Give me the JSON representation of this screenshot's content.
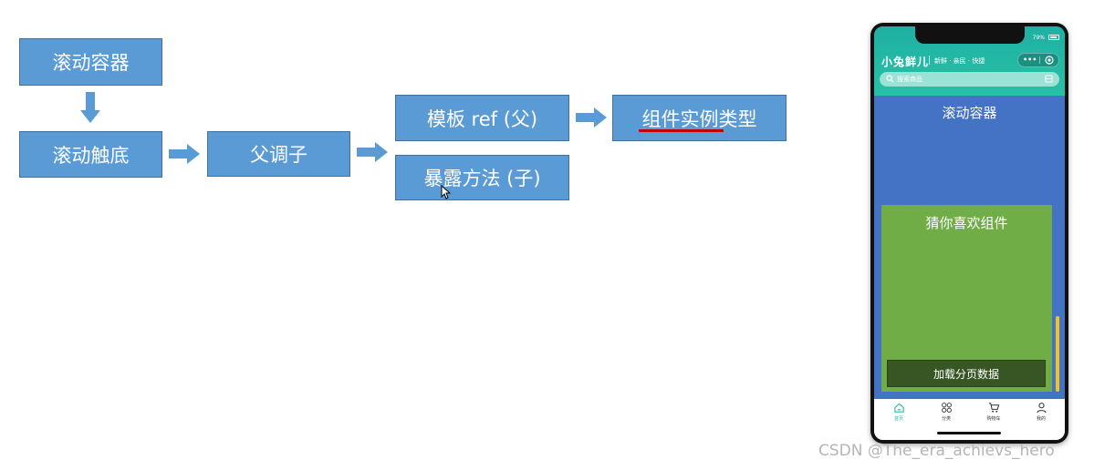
{
  "diagram": {
    "nodes": {
      "scroll_container": "滚动容器",
      "scroll_bottom": "滚动触底",
      "parent_calls_child": "父调子",
      "template_ref": "模板 ref (父)",
      "component_instance_type": "组件实例类型",
      "expose_method": "暴露方法 (子)"
    }
  },
  "phone": {
    "battery": "79%",
    "app_title": "小兔鲜儿",
    "app_slogan": "新鲜 · 亲民 · 快捷",
    "capsule_more": "•••",
    "search_placeholder": "搜索商品",
    "scroll_title": "滚动容器",
    "guess_title": "猜你喜欢组件",
    "load_button": "加载分页数据",
    "tabs": [
      {
        "label": "首页"
      },
      {
        "label": "分类"
      },
      {
        "label": "购物车"
      },
      {
        "label": "我的"
      }
    ]
  },
  "watermark": "CSDN @The_era_achievs_hero",
  "colors": {
    "box": "#5b9bd5",
    "arrow": "#5b9bd5",
    "underline": "#c00000",
    "header": "#27c1a6",
    "scroll_bg": "#4472c4",
    "guess_bg": "#70ad47",
    "button_bg": "#375623",
    "scrollbar": "#f0c419"
  }
}
